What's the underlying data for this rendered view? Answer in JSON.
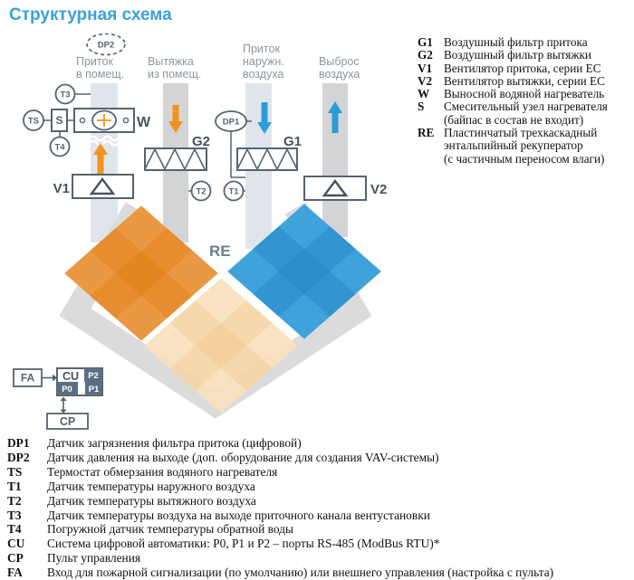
{
  "title": "Структурная схема",
  "columns": [
    {
      "label": "Приток\nв помещ."
    },
    {
      "label": "Вытяжка\nиз помещ."
    },
    {
      "label": "Приток\nнаружн.\nвоздуха"
    },
    {
      "label": "Выброс\nвоздуха"
    }
  ],
  "components": {
    "dp2": "DP2",
    "t3": "T3",
    "ts": "TS",
    "s": "S",
    "t4": "T4",
    "w": "W",
    "v1": "V1",
    "g2": "G2",
    "t2": "T2",
    "dp1": "DP1",
    "g1": "G1",
    "t1": "T1",
    "v2": "V2",
    "re": "RE",
    "fa": "FA",
    "cu": "CU",
    "p0": "P0",
    "p1": "P1",
    "p2": "P2",
    "cp": "CP"
  },
  "legend_right": [
    {
      "key": "G1",
      "text": "Воздушный фильтр притока"
    },
    {
      "key": "G2",
      "text": "Воздушный фильтр вытяжки"
    },
    {
      "key": "V1",
      "text": "Вентилятор притока, серии ЕС"
    },
    {
      "key": "V2",
      "text": "Вентилятор вытяжки, серии ЕС"
    },
    {
      "key": "W",
      "text": "Выносной водяной нагреватель"
    },
    {
      "key": "S",
      "text": "Смесительный узел нагревателя\n(байпас в состав не входит)"
    },
    {
      "key": "RE",
      "text": "Пластинчатый трехкаскадный\nэнтальпийный рекуператор\n(с частичным переносом влаги)"
    }
  ],
  "legend_bottom": [
    {
      "key": "DP1",
      "text": "Датчик загрязнения фильтра притока (цифровой)"
    },
    {
      "key": "DP2",
      "text": "Датчик давления на выходе (доп. оборудование для создания VAV-системы)"
    },
    {
      "key": "TS",
      "text": "Термостат обмерзания водяного нагревателя"
    },
    {
      "key": "T1",
      "text": "Датчик температуры наружного воздуха"
    },
    {
      "key": "T2",
      "text": "Датчик температуры вытяжного воздуха"
    },
    {
      "key": "T3",
      "text": "Датчик температуры воздуха на выходе приточного канала вентустановки"
    },
    {
      "key": "T4",
      "text": "Погружной датчик температуры обратной воды"
    },
    {
      "key": "CU",
      "text": "Система цифровой автоматики: P0, P1 и P2 – порты RS-485 (ModBus RTU)*"
    },
    {
      "key": "CP",
      "text": "Пульт управления"
    },
    {
      "key": "FA",
      "text": "Вход для пожарной сигнализации (по умолчанию) или внешнего управления (настройка с пульта)"
    }
  ],
  "colors": {
    "accent_title": "#3AA1D6",
    "supply_blue": "#2B9CD8",
    "exhaust_orange": "#F0941F",
    "slate": "#54646F",
    "duct_light": "#E0E5EB",
    "duct_grey": "#D3D4D6",
    "ring_grey": "#DBDBDC",
    "diamond_orange": "#EB9843",
    "diamond_blue": "#40A2DB",
    "diamond_cream": "#F9E1BE",
    "cu_fill": "#5B6F83"
  }
}
